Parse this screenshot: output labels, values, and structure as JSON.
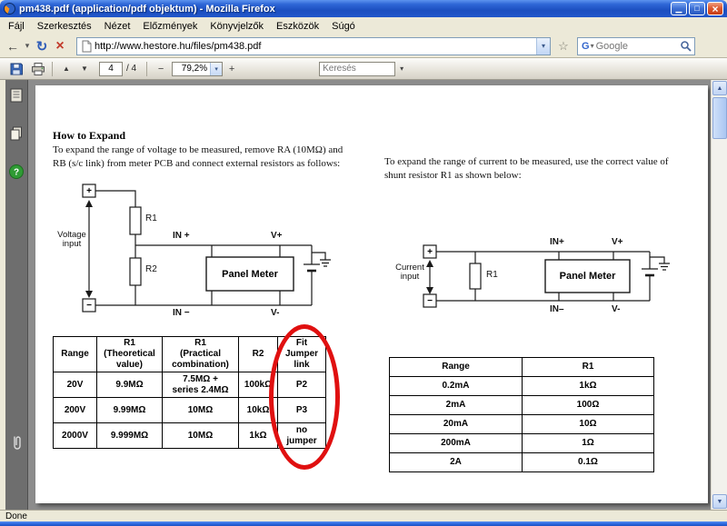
{
  "window": {
    "title": "pm438.pdf (application/pdf objektum) - Mozilla Firefox"
  },
  "menubar": {
    "items": [
      "Fájl",
      "Szerkesztés",
      "Nézet",
      "Előzmények",
      "Könyvjelzők",
      "Eszközök",
      "Súgó"
    ]
  },
  "navbar": {
    "url": "http://www.hestore.hu/files/pm438.pdf",
    "search_engine_letter": "G",
    "search_placeholder": "Google"
  },
  "pdf_toolbar": {
    "page_number": "4",
    "page_total": "/ 4",
    "zoom_level": "79,2%",
    "search_placeholder": "Keresés"
  },
  "statusbar": {
    "text": "Done"
  },
  "icons": {
    "minimize": "▁",
    "maximize": "□",
    "close": "×",
    "back": "←",
    "history_dropdown": "▾",
    "reload": "↻",
    "stop": "×",
    "url_dropdown": "▾",
    "bookmark_star": "☆",
    "engine_dropdown": "▾",
    "page_prev": "▲",
    "page_next": "▼",
    "zoom_out": "−",
    "zoom_in": "+",
    "zoom_dropdown": "▾",
    "find_dropdown": "▾",
    "scroll_up": "▲",
    "scroll_down": "▼",
    "help_glyph": "?"
  },
  "colors": {
    "titlebar_blue": "#2157CA",
    "toolbar_tan": "#ECE9D8",
    "annotation_red": "#E01010",
    "reader_sidebar_gray": "#6E6E6E",
    "doc_background_gray": "#8C8C8C"
  },
  "document": {
    "heading": "How to Expand",
    "intro_voltage": "To expand the range of voltage to be measured, remove RA (10MΩ) and RB (s/c link) from meter PCB and connect external resistors as follows:",
    "intro_current": "To expand the range of current to be measured, use the correct value of shunt resistor R1 as shown below:",
    "voltage_diagram": {
      "input_label": "Voltage\ninput",
      "plus": "+",
      "minus": "−",
      "r1": "R1",
      "r2": "R2",
      "in_plus": "IN +",
      "in_minus": "IN −",
      "v_plus": "V+",
      "v_minus": "V-",
      "meter": "Panel Meter"
    },
    "current_diagram": {
      "input_label": "Current\ninput",
      "plus": "+",
      "minus": "−",
      "r1": "R1",
      "in_plus": "IN+",
      "in_minus": "IN–",
      "v_plus": "V+",
      "v_minus": "V-",
      "meter": "Panel Meter"
    },
    "voltage_table": {
      "headers": [
        "Range",
        "R1\n(Theoretical\nvalue)",
        "R1\n(Practical\ncombination)",
        "R2",
        "Fit\nJumper\nlink"
      ],
      "rows": [
        [
          "20V",
          "9.9MΩ",
          "7.5MΩ +\nseries 2.4MΩ",
          "100kΩ",
          "P2"
        ],
        [
          "200V",
          "9.99MΩ",
          "10MΩ",
          "10kΩ",
          "P3"
        ],
        [
          "2000V",
          "9.999MΩ",
          "10MΩ",
          "1kΩ",
          "no\njumper"
        ]
      ]
    },
    "current_table": {
      "headers": [
        "Range",
        "R1"
      ],
      "rows": [
        [
          "0.2mA",
          "1kΩ"
        ],
        [
          "2mA",
          "100Ω"
        ],
        [
          "20mA",
          "10Ω"
        ],
        [
          "200mA",
          "1Ω"
        ],
        [
          "2A",
          "0.1Ω"
        ]
      ]
    }
  }
}
